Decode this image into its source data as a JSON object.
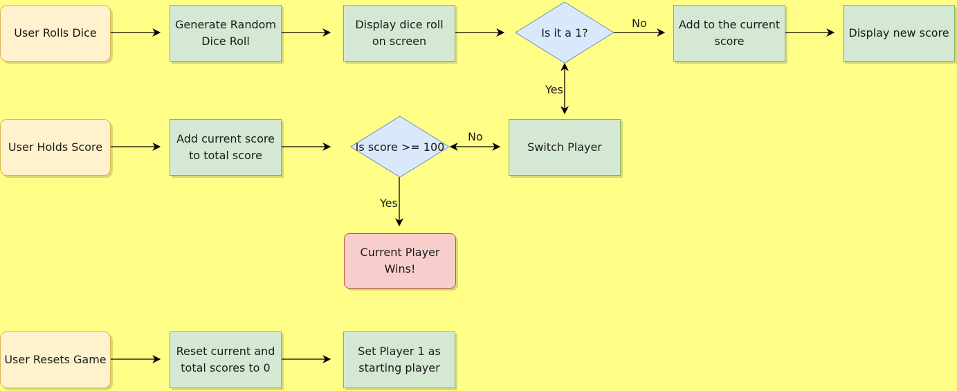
{
  "colors": {
    "background": "#ffff88",
    "start_fill": "#fff2cc",
    "start_stroke": "#d6b656",
    "process_fill": "#d5e8d4",
    "process_stroke": "#82b366",
    "decision_fill": "#dae8fc",
    "decision_stroke": "#6c8ebf",
    "end_fill": "#f8cecc",
    "end_stroke": "#b85450",
    "edge": "#000000"
  },
  "nodes": {
    "user_rolls_dice": "User Rolls Dice",
    "generate_roll": "Generate Random Dice Roll",
    "display_roll": "Display dice roll on screen",
    "is_it_1": "Is it a 1?",
    "add_current": "Add to the current score",
    "display_new_score": "Display new score",
    "user_holds_score": "User Holds Score",
    "add_total": "Add current score to total score",
    "is_score_100": "Is score >= 100",
    "switch_player": "Switch Player",
    "current_wins": "Current Player Wins!",
    "user_resets_game": "User Resets Game",
    "reset_scores": "Reset current and total scores to 0",
    "set_player1": "Set Player 1 as starting player"
  },
  "edges": {
    "no_label_1": "No",
    "yes_label_1": "Yes",
    "no_label_2": "No",
    "yes_label_2": "Yes"
  }
}
